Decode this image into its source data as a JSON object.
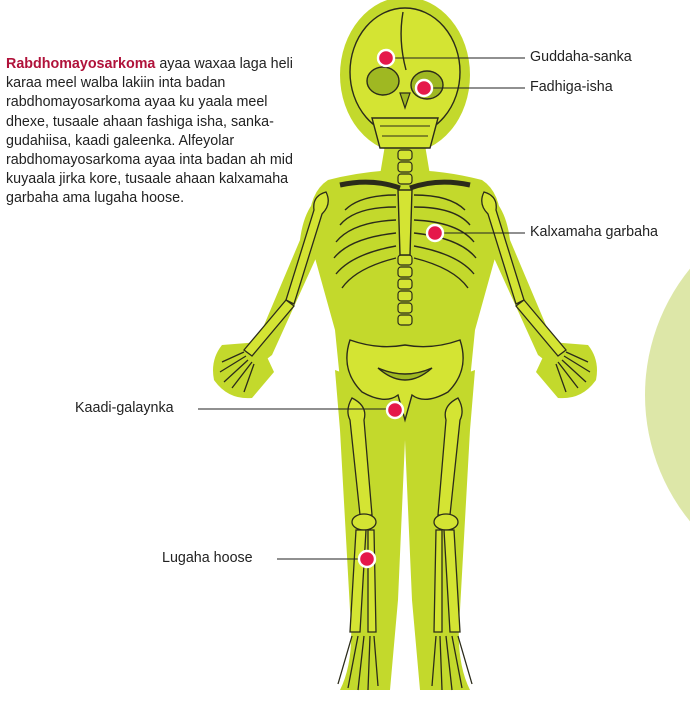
{
  "intro": {
    "term": "Rabdhomayosarkoma",
    "text": "ayaa waxaa laga heli karaa meel walba lakiin inta badan rabdhomayosarkoma ayaa ku yaala meel dhexe, tusaale ahaan fashiga isha, sanka-gudahiisa, kaadi galeenka. Alfeyolar rabdhomayosarkoma ayaa inta badan ah mid kuyaala jirka kore, tusaale ahaan kalxamaha garbaha ama lugaha hoose."
  },
  "labels": {
    "skull": "Guddaha-sanka",
    "eye": "Fadhiga-isha",
    "shoulder": "Kalxamaha garbaha",
    "bladder": "Kaadi-galaynka",
    "leg": "Lugaha hoose"
  },
  "colors": {
    "body_fill": "#c3d92c",
    "bone_fill": "#d4e433",
    "dark_fill": "#9fb822",
    "outline": "#2b2b1a",
    "marker": "#e5184a",
    "background_circle": "#dde7a8"
  }
}
